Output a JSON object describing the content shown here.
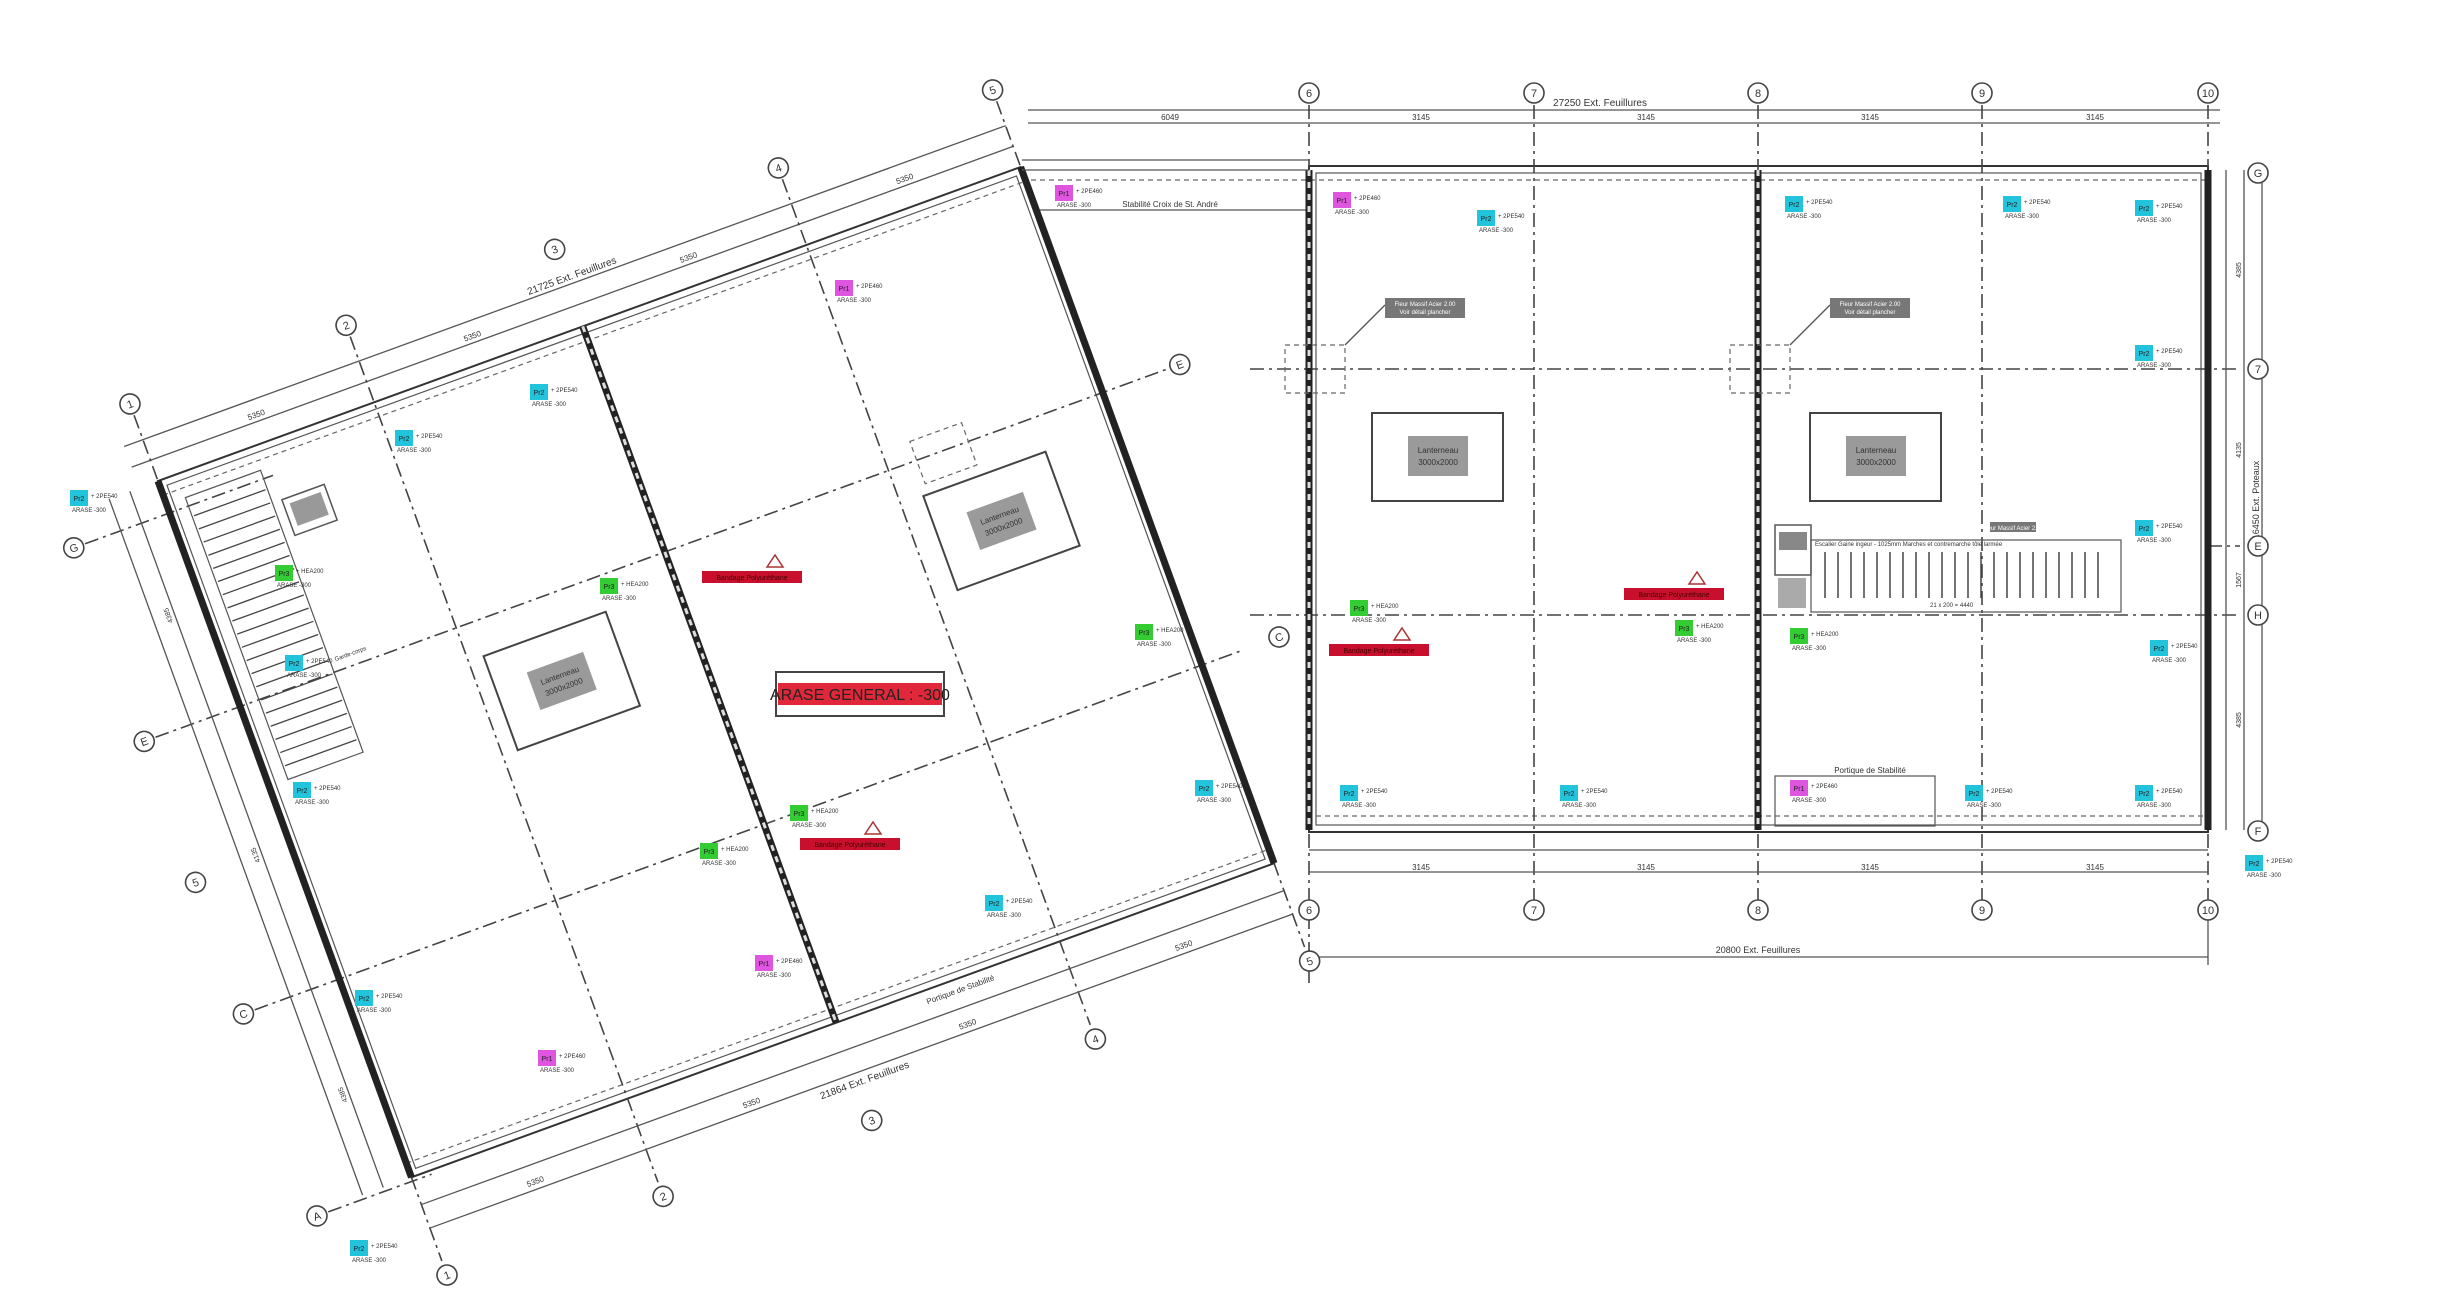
{
  "title_block": {
    "arase_label": "ARASE GENERAL : -300"
  },
  "dimensions": {
    "right_top_total": "27250 Ext. Feuillures",
    "right_top_segments": [
      "6049",
      "3145",
      "3145",
      "3145",
      "3145"
    ],
    "right_bottom_total": "20800 Ext. Feuillures",
    "right_bottom_segments": [
      "3145",
      "3145",
      "3145",
      "3145"
    ],
    "right_side_total": "16450 Ext. Poteaux",
    "right_side_segments": [
      "4385",
      "4135",
      "1567",
      "4385"
    ],
    "left_top_total": "21725 Ext. Feuillures",
    "left_top_segments": [
      "5350",
      "5350",
      "5350",
      "5350"
    ],
    "left_bottom_total": "21864 Ext. Feuillures",
    "left_bottom_segments": [
      "5350",
      "5350",
      "5350",
      "5350"
    ],
    "left_side_segments": [
      "4385",
      "4135",
      "4385"
    ]
  },
  "grid_labels": {
    "right_columns": [
      "6",
      "7",
      "8",
      "9",
      "10"
    ],
    "right_rows": [
      "G",
      "7",
      "E",
      "H",
      "F"
    ],
    "left_columns": [
      "1",
      "2",
      "3",
      "4",
      "5"
    ],
    "left_rows": [
      "G",
      "E",
      "5",
      "C",
      "A"
    ],
    "left_right_rows": [
      "E",
      "C"
    ]
  },
  "annotations": {
    "stability_cross": "Stabilité Croix de St. André",
    "portal_right": "Portique de Stabilité",
    "portal_left": "Portique de Stabilité",
    "callout_1": "Fleur Massif Acier 2.00",
    "callout_1b": "Voir détail plancher",
    "callout_2": "Fleur Massif Acier 2.00",
    "callout_2b": "Voir détail plancher",
    "callout_3": "Fleur Massif Acier 2.00",
    "stair_right": "Escalier Gaine ingeur - 1025mm Marches et contremarche tôle larmée",
    "stair_right_dim": "21 x 200 = 4440",
    "stair_left": "Garde-corps"
  },
  "skylights": [
    {
      "name": "Lanterneau",
      "size": "3000x2000"
    },
    {
      "name": "Lanterneau",
      "size": "3000x2000"
    },
    {
      "name": "Lanterneau",
      "size": "3000x2000"
    },
    {
      "name": "Lanterneau",
      "size": "3000x2000"
    }
  ],
  "red_labels": [
    "Bandage Polyuréthane",
    "Bandage Polyuréthane",
    "Bandage Polyuréthane",
    "Bandage Polyuréthane"
  ],
  "tag_types": {
    "Pr1": {
      "color": "#e055e0"
    },
    "Pr2": {
      "color": "#22c4dc"
    },
    "Pr3": {
      "color": "#33cc33"
    }
  },
  "tags": [
    {
      "label": "Pr1",
      "line1": "+ 2PE460",
      "line2": "ARASE -300"
    },
    {
      "label": "Pr2",
      "line1": "+ 2PE540",
      "line2": "ARASE -300"
    },
    {
      "label": "Pr2",
      "line1": "+ 2PE540",
      "line2": "ARASE -300"
    },
    {
      "label": "Pr2",
      "line1": "+ 2PE540",
      "line2": "ARASE -300"
    },
    {
      "label": "Pr2",
      "line1": "+ 2PE540",
      "line2": "ARASE -300"
    },
    {
      "label": "Pr2",
      "line1": "+ 2PE540",
      "line2": "ARASE -300"
    },
    {
      "label": "Pr2",
      "line1": "+ 2PE540",
      "line2": "ARASE -300"
    },
    {
      "label": "Pr3",
      "line1": "+ HEA200",
      "line2": "ARASE -300"
    },
    {
      "label": "Pr3",
      "line1": "+ HEA200",
      "line2": "ARASE -300"
    },
    {
      "label": "Pr3",
      "line1": "+ HEA200",
      "line2": "ARASE -300"
    },
    {
      "label": "Pr2",
      "line1": "+ 2PE540",
      "line2": "ARASE -300"
    },
    {
      "label": "Pr2",
      "line1": "+ 2PE540",
      "line2": "ARASE -300"
    },
    {
      "label": "Pr2",
      "line1": "+ 2PE540",
      "line2": "ARASE -300"
    },
    {
      "label": "Pr1",
      "line1": "+ 2PE460",
      "line2": "ARASE -300"
    },
    {
      "label": "Pr2",
      "line1": "+ 2PE540",
      "line2": "ARASE -300"
    },
    {
      "label": "Pr2",
      "line1": "+ 2PE540",
      "line2": "ARASE -300"
    },
    {
      "label": "Pr2",
      "line1": "+ 2PE540",
      "line2": "ARASE -300"
    },
    {
      "label": "Pr1",
      "line1": "+ 2PE460",
      "line2": "ARASE -300"
    },
    {
      "label": "Pr1",
      "line1": "+ 2PE460",
      "line2": "ARASE -300"
    },
    {
      "label": "Pr2",
      "line1": "+ 2PE540",
      "line2": "ARASE -300"
    },
    {
      "label": "Pr2",
      "line1": "+ 2PE540",
      "line2": "ARASE -300"
    },
    {
      "label": "Pr2",
      "line1": "+ 2PE540",
      "line2": "ARASE -300"
    },
    {
      "label": "Pr3",
      "line1": "+ HEA200",
      "line2": "ARASE -300"
    },
    {
      "label": "Pr3",
      "line1": "+ HEA200",
      "line2": "ARASE -300"
    },
    {
      "label": "Pr2",
      "line1": "+ 2PE540",
      "line2": "ARASE -300"
    },
    {
      "label": "Pr2",
      "line1": "+ 2PE540",
      "line2": "ARASE -300"
    },
    {
      "label": "Pr3",
      "line1": "+ HEA200",
      "line2": "ARASE -300"
    },
    {
      "label": "Pr3",
      "line1": "+ HEA200",
      "line2": "ARASE -300"
    },
    {
      "label": "Pr2",
      "line1": "+ 2PE540",
      "line2": "ARASE -300"
    },
    {
      "label": "Pr1",
      "line1": "+ 2PE460",
      "line2": "ARASE -300"
    },
    {
      "label": "Pr1",
      "line1": "+ 2PE460",
      "line2": "ARASE -300"
    },
    {
      "label": "Pr2",
      "line1": "+ 2PE540",
      "line2": "ARASE -300"
    },
    {
      "label": "Pr2",
      "line1": "+ 2PE540",
      "line2": "ARASE -300"
    },
    {
      "label": "Pr3",
      "line1": "+ HEA200",
      "line2": "ARASE -300"
    },
    {
      "label": "Pr2",
      "line1": "+ 2PE540",
      "line2": "ARASE -300"
    }
  ]
}
